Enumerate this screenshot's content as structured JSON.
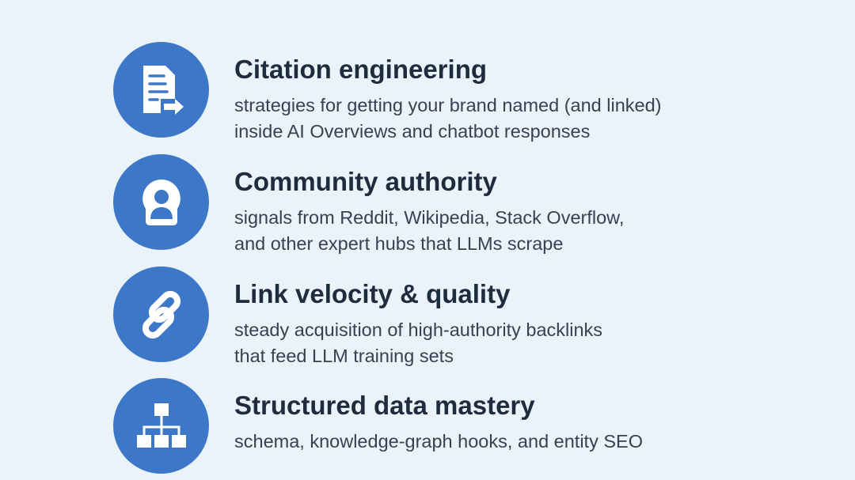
{
  "accent_color": "#3d78c8",
  "items": [
    {
      "icon": "document-export-icon",
      "title": "Citation engineering",
      "lines": [
        "strategies for getting your brand named (and linked)",
        "inside AI Overviews and chatbot responses"
      ]
    },
    {
      "icon": "user-profile-icon",
      "title": "Community authority",
      "lines": [
        "signals from Reddit, Wikipedia, Stack Overflow,",
        "and other expert hubs that LLMs scrape"
      ]
    },
    {
      "icon": "link-icon",
      "title": "Link velocity & quality",
      "lines": [
        "steady acquisition of high-authority backlinks",
        "that feed LLM training sets"
      ]
    },
    {
      "icon": "sitemap-icon",
      "title": "Structured data mastery",
      "lines": [
        "schema, knowledge-graph hooks, and entity SEO"
      ]
    }
  ]
}
